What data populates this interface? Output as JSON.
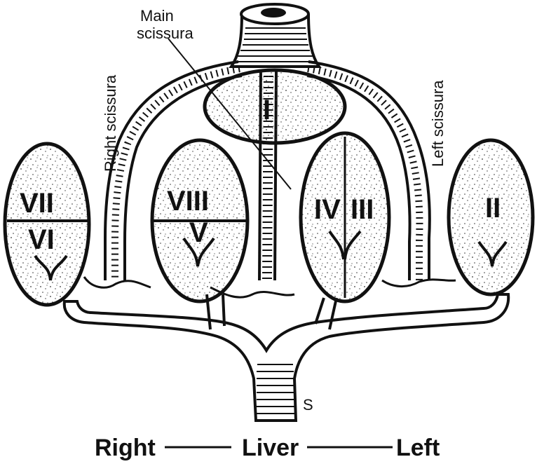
{
  "figure": {
    "annotations": {
      "main_scissura_line1": "Main",
      "main_scissura_line2": "scissura",
      "right_scissura": "Right scissura",
      "left_scissura": "Left scissura",
      "signature": "S"
    },
    "segments": {
      "caudate": "I",
      "segment_ii": "II",
      "segment_iii": "III",
      "segment_iv": "IV",
      "segment_v": "V",
      "segment_vi": "VI",
      "segment_vii": "VII",
      "segment_viii": "VIII"
    },
    "footer": {
      "right": "Right",
      "center": "Liver",
      "left": "Left"
    }
  }
}
